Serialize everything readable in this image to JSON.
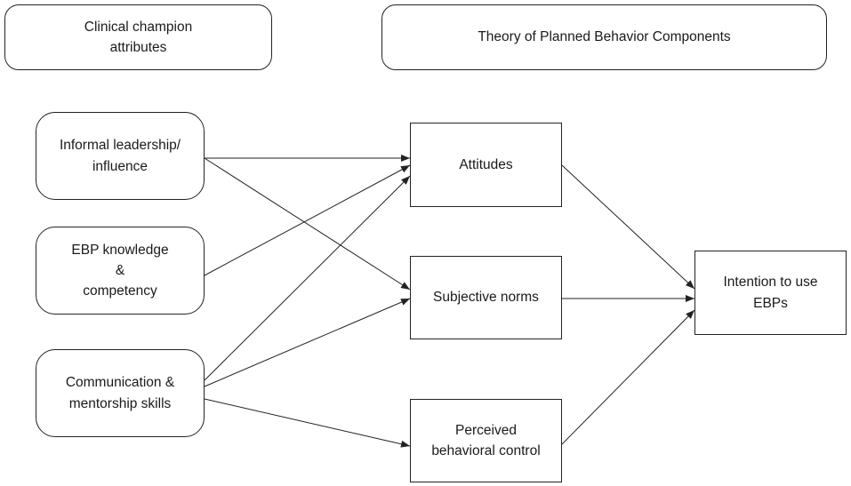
{
  "headers": {
    "left": [
      "Clinical champion",
      "attributes"
    ],
    "right": [
      "Theory of Planned Behavior Components"
    ]
  },
  "champion_attributes": [
    {
      "lines": [
        "Informal leadership/",
        "influence"
      ]
    },
    {
      "lines": [
        "EBP knowledge",
        "&",
        "competency"
      ]
    },
    {
      "lines": [
        "Communication &",
        "mentorship skills"
      ]
    }
  ],
  "tpb_components": [
    {
      "lines": [
        "Attitudes"
      ]
    },
    {
      "lines": [
        "Subjective norms"
      ]
    },
    {
      "lines": [
        "Perceived",
        "behavioral control"
      ]
    }
  ],
  "outcome": {
    "lines": [
      "Intention to use",
      "EBPs"
    ]
  },
  "colors": {
    "stroke": "#222222",
    "background": "#ffffff"
  }
}
